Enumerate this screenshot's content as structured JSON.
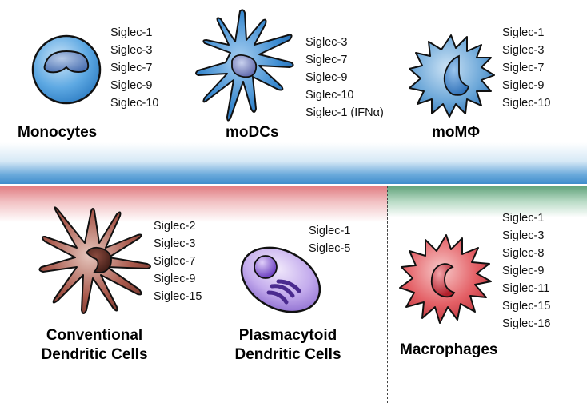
{
  "top_row": {
    "monocytes": {
      "title": "Monocytes",
      "siglecs": [
        "Siglec-1",
        "Siglec-3",
        "Siglec-7",
        "Siglec-9",
        "Siglec-10"
      ]
    },
    "modcs": {
      "title": "moDCs",
      "siglecs": [
        "Siglec-3",
        "Siglec-7",
        "Siglec-9",
        "Siglec-10",
        "Siglec-1 (IFNα)"
      ]
    },
    "momphi": {
      "title": "moMΦ",
      "siglecs": [
        "Siglec-1",
        "Siglec-3",
        "Siglec-7",
        "Siglec-9",
        "Siglec-10"
      ]
    }
  },
  "bottom_row": {
    "conventional_dc": {
      "title_line1": "Conventional",
      "title_line2": "Dendritic Cells",
      "siglecs": [
        "Siglec-2",
        "Siglec-3",
        "Siglec-7",
        "Siglec-9",
        "Siglec-15"
      ]
    },
    "plasmacytoid_dc": {
      "title_line1": "Plasmacytoid",
      "title_line2": "Dendritic Cells",
      "siglecs": [
        "Siglec-1",
        "Siglec-5"
      ]
    },
    "macrophages": {
      "title": "Macrophages",
      "siglecs": [
        "Siglec-1",
        "Siglec-3",
        "Siglec-8",
        "Siglec-9",
        "Siglec-11",
        "Siglec-15",
        "Siglec-16"
      ]
    }
  },
  "colors": {
    "monocyte_blue": "#4f9fdd",
    "blue_band": "#3f8dcc",
    "red_band": "#e07b80",
    "green_band": "#5ea178",
    "cdc_brown": "#9b4a3c",
    "pdc_purple": "#b69be6",
    "macrophage_red": "#e14c52"
  },
  "icons": [
    "monocyte-cell-icon",
    "modc-cell-icon",
    "momphi-cell-icon",
    "conventional-dc-cell-icon",
    "plasmacytoid-dc-cell-icon",
    "macrophage-cell-icon"
  ]
}
